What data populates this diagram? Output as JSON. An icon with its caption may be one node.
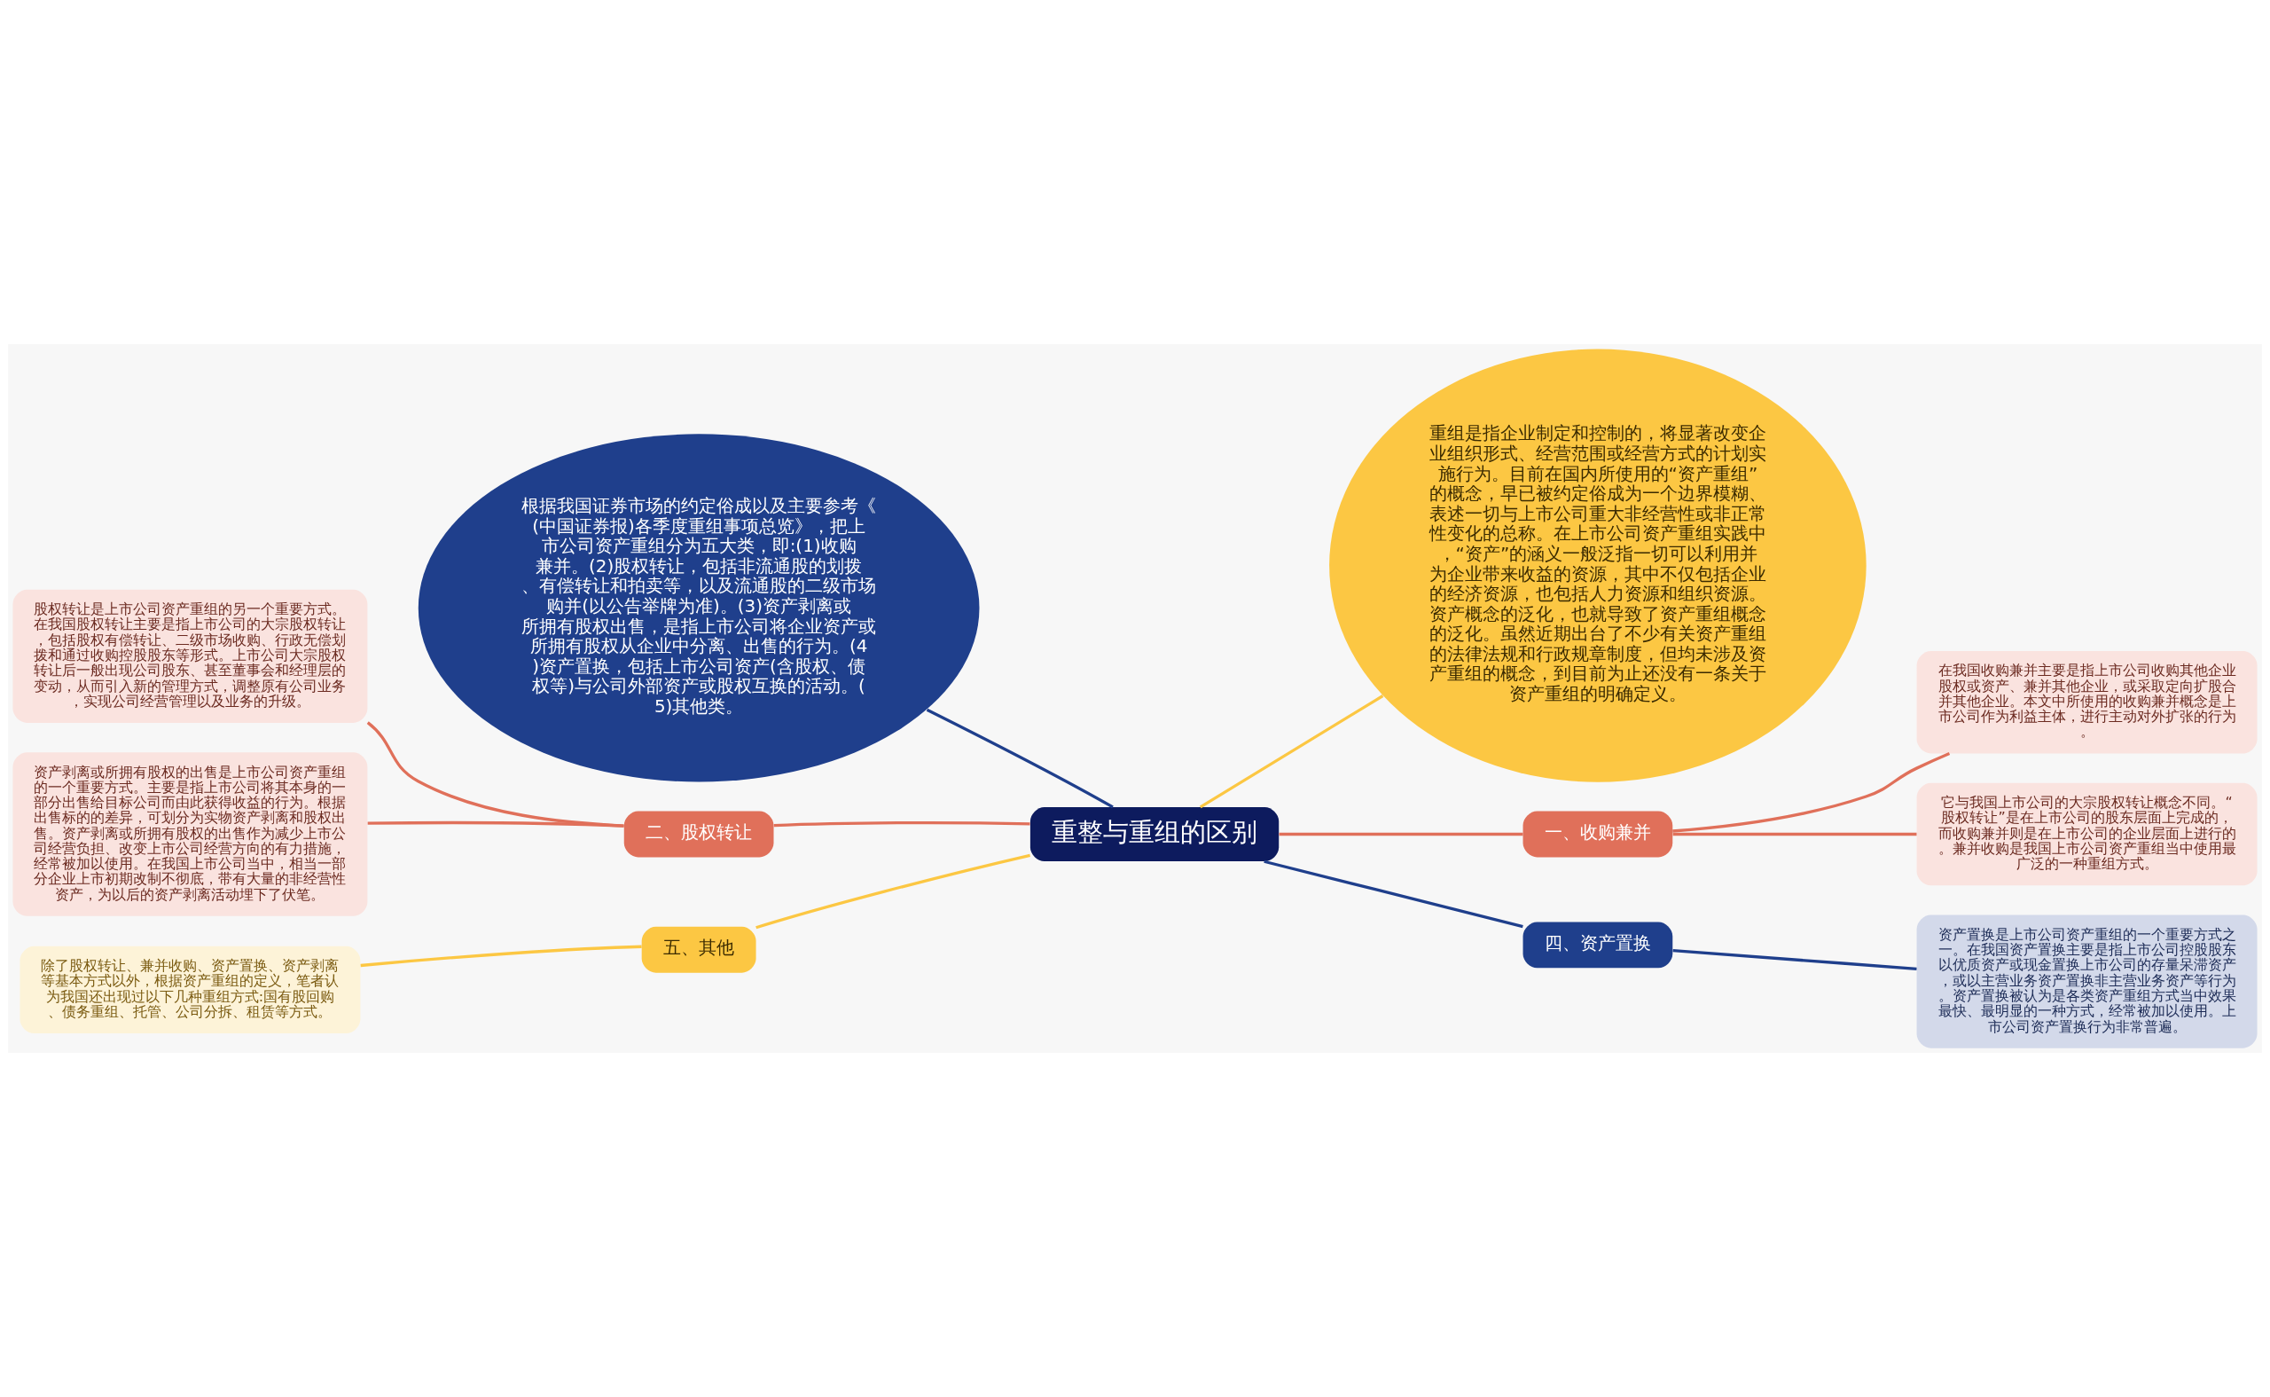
{
  "diagram": {
    "nodes": [
      {
        "text": [
          "重整与重组的区别"
        ]
      },
      {
        "text": [
          "根据我国证券市场的约定俗成以及主要参考《(中国证券报)各季度重组事项总览》，把上市公司资产重组分为五大类，即:(1)收购兼并。(2)股权转让，包括非流通股的划拨、有偿转让和拍卖等，以及流通股的二级市场购并(以公告举牌为准)。(3)资产剥离或所拥有股权出售，是指上市公司将企业资产或所拥有股权从企业中分离、出售的行为。(4)资产置换，包括上市公司资产(含股权、债权等)与公司外部资产或股权互换的活动。(5)其他类。"
        ]
      },
      {
        "text": [
          "重组是指企业制定和控制的，将显著改变企业组织形式、经营范围或经营方式的计划实施行为。目前在国内所使用的“资产重组”的概念，早已被约定俗成为一个边界模糊、表述一切与上市公司重大非经营性或非正常性变化的总称。在上市公司资产重组实践中，“资产”的涵义一般泛指一切可以利用并为企业带来收益的资源，其中不仅包括企业的经济资源，也包括人力资源和组织资源。资产概念的泛化，也就导致了资产重组概念的泛化。虽然近期出台了不少有关资产重组的法律法规和行政规章制度，但均未涉及资产重组的概念，到目前为止还没有一条关于资产重组的明确定义。"
        ]
      },
      {
        "text": [
          "二、股权转让"
        ]
      },
      {
        "text": [
          "股权转让是上市公司资产重组的另一个重要方式。在我国股权转让主要是指上市公司的大宗股权转让，包括股权有偿转让、二级市场收购、行政无偿划拨和通过收购控股股东等形式。上市公司大宗股权转让后一般出现公司股东、甚至董事会和经理层的变动，从而引入新的管理方式，调整原有公司业务，实现公司经营管理以及业务的升级。"
        ]
      },
      {
        "text": [
          "资产剥离或所拥有股权的出售是上市公司资产重组的一个重要方式。主要是指上市公司将其本身的一部分出售给目标公司而由此获得收益的行为。根据出售标的的差异，可划分为实物资产剥离和股权出售。资产剥离或所拥有股权的出售作为减少上市公司经营负担、改变上市公司经营方向的有力措施，经常被加以使用。在我国上市公司当中，相当一部分企业上市初期改制不彻底，带有大量的非经营性资产，为以后的资产剥离活动埋下了伏笔。"
        ]
      },
      {
        "text": [
          "一、收购兼并"
        ]
      },
      {
        "text": [
          "在我国收购兼并主要是指上市公司收购其他企业股权或资产、兼并其他企业，或采取定向扩股合并其他企业。本文中所使用的收购兼并概念是上市公司作为利益主体，进行主动对外扩张的行为。"
        ]
      },
      {
        "text": [
          "它与我国上市公司的大宗股权转让概念不同。“股权转让”是在上市公司的股东层面上完成的，而收购兼并则是在上市公司的企业层面上进行的。兼并收购是我国上市公司资产重组当中使用最广泛的一种重组方式。"
        ]
      },
      {
        "text": [
          "五、其他"
        ]
      },
      {
        "text": [
          "除了股权转让、兼并收购、资产置换、资产剥离等基本方式以外，根据资产重组的定义，笔者认为我国还出现过以下几种重组方式:国有股回购、债务重组、托管、公司分拆、租赁等方式。"
        ]
      },
      {
        "text": [
          "四、资产置换"
        ]
      },
      {
        "text": [
          "资产置换是上市公司资产重组的一个重要方式之一。在我国资产置换主要是指上市公司控股股东以优质资产或现金置换上市公司的存量呆滞资产，或以主营业务资产置换非主营业务资产等行为。资产置换被认为是各类资产重组方式当中效果最快、最明显的一种方式，经常被加以使用。上市公司资产置换行为非常普遍。"
        ]
      }
    ],
    "edges": [
      {
        "from": 0,
        "to": 1,
        "arrow": "none",
        "color": "#1f3f8c"
      },
      {
        "from": 0,
        "to": 2,
        "arrow": "none",
        "color": "#fcc743"
      },
      {
        "from": 0,
        "to": 3,
        "arrow": "none"
      },
      {
        "from": 3,
        "to": 4,
        "arrow": "none"
      },
      {
        "from": 3,
        "to": 5,
        "arrow": "none"
      },
      {
        "from": 0,
        "to": 6,
        "arrow": "none"
      },
      {
        "from": 6,
        "to": 7,
        "arrow": "none"
      },
      {
        "from": 6,
        "to": 8,
        "arrow": "none"
      },
      {
        "from": 0,
        "to": 9,
        "arrow": "none",
        "color": "#fcc743"
      },
      {
        "from": 9,
        "to": 10,
        "arrow": "none",
        "color": "#fcc743"
      },
      {
        "from": 0,
        "to": 11,
        "arrow": "none",
        "color": "#1f3f8c"
      },
      {
        "from": 11,
        "to": 12,
        "arrow": "none",
        "color": "#1f3f8c"
      }
    ]
  }
}
